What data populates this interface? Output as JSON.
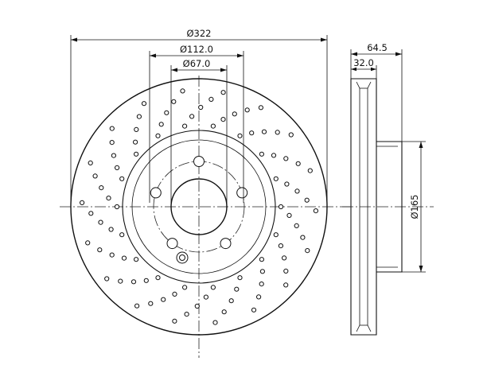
{
  "dimensions": {
    "outer_diameter": "Ø322",
    "bolt_circle_diameter": "Ø112.0",
    "center_bore_diameter": "Ø67.0",
    "total_thickness": "64.5",
    "disc_thickness": "32.0",
    "hat_diameter": "Ø165"
  },
  "colors": {
    "line": "#111111",
    "background": "#ffffff"
  }
}
